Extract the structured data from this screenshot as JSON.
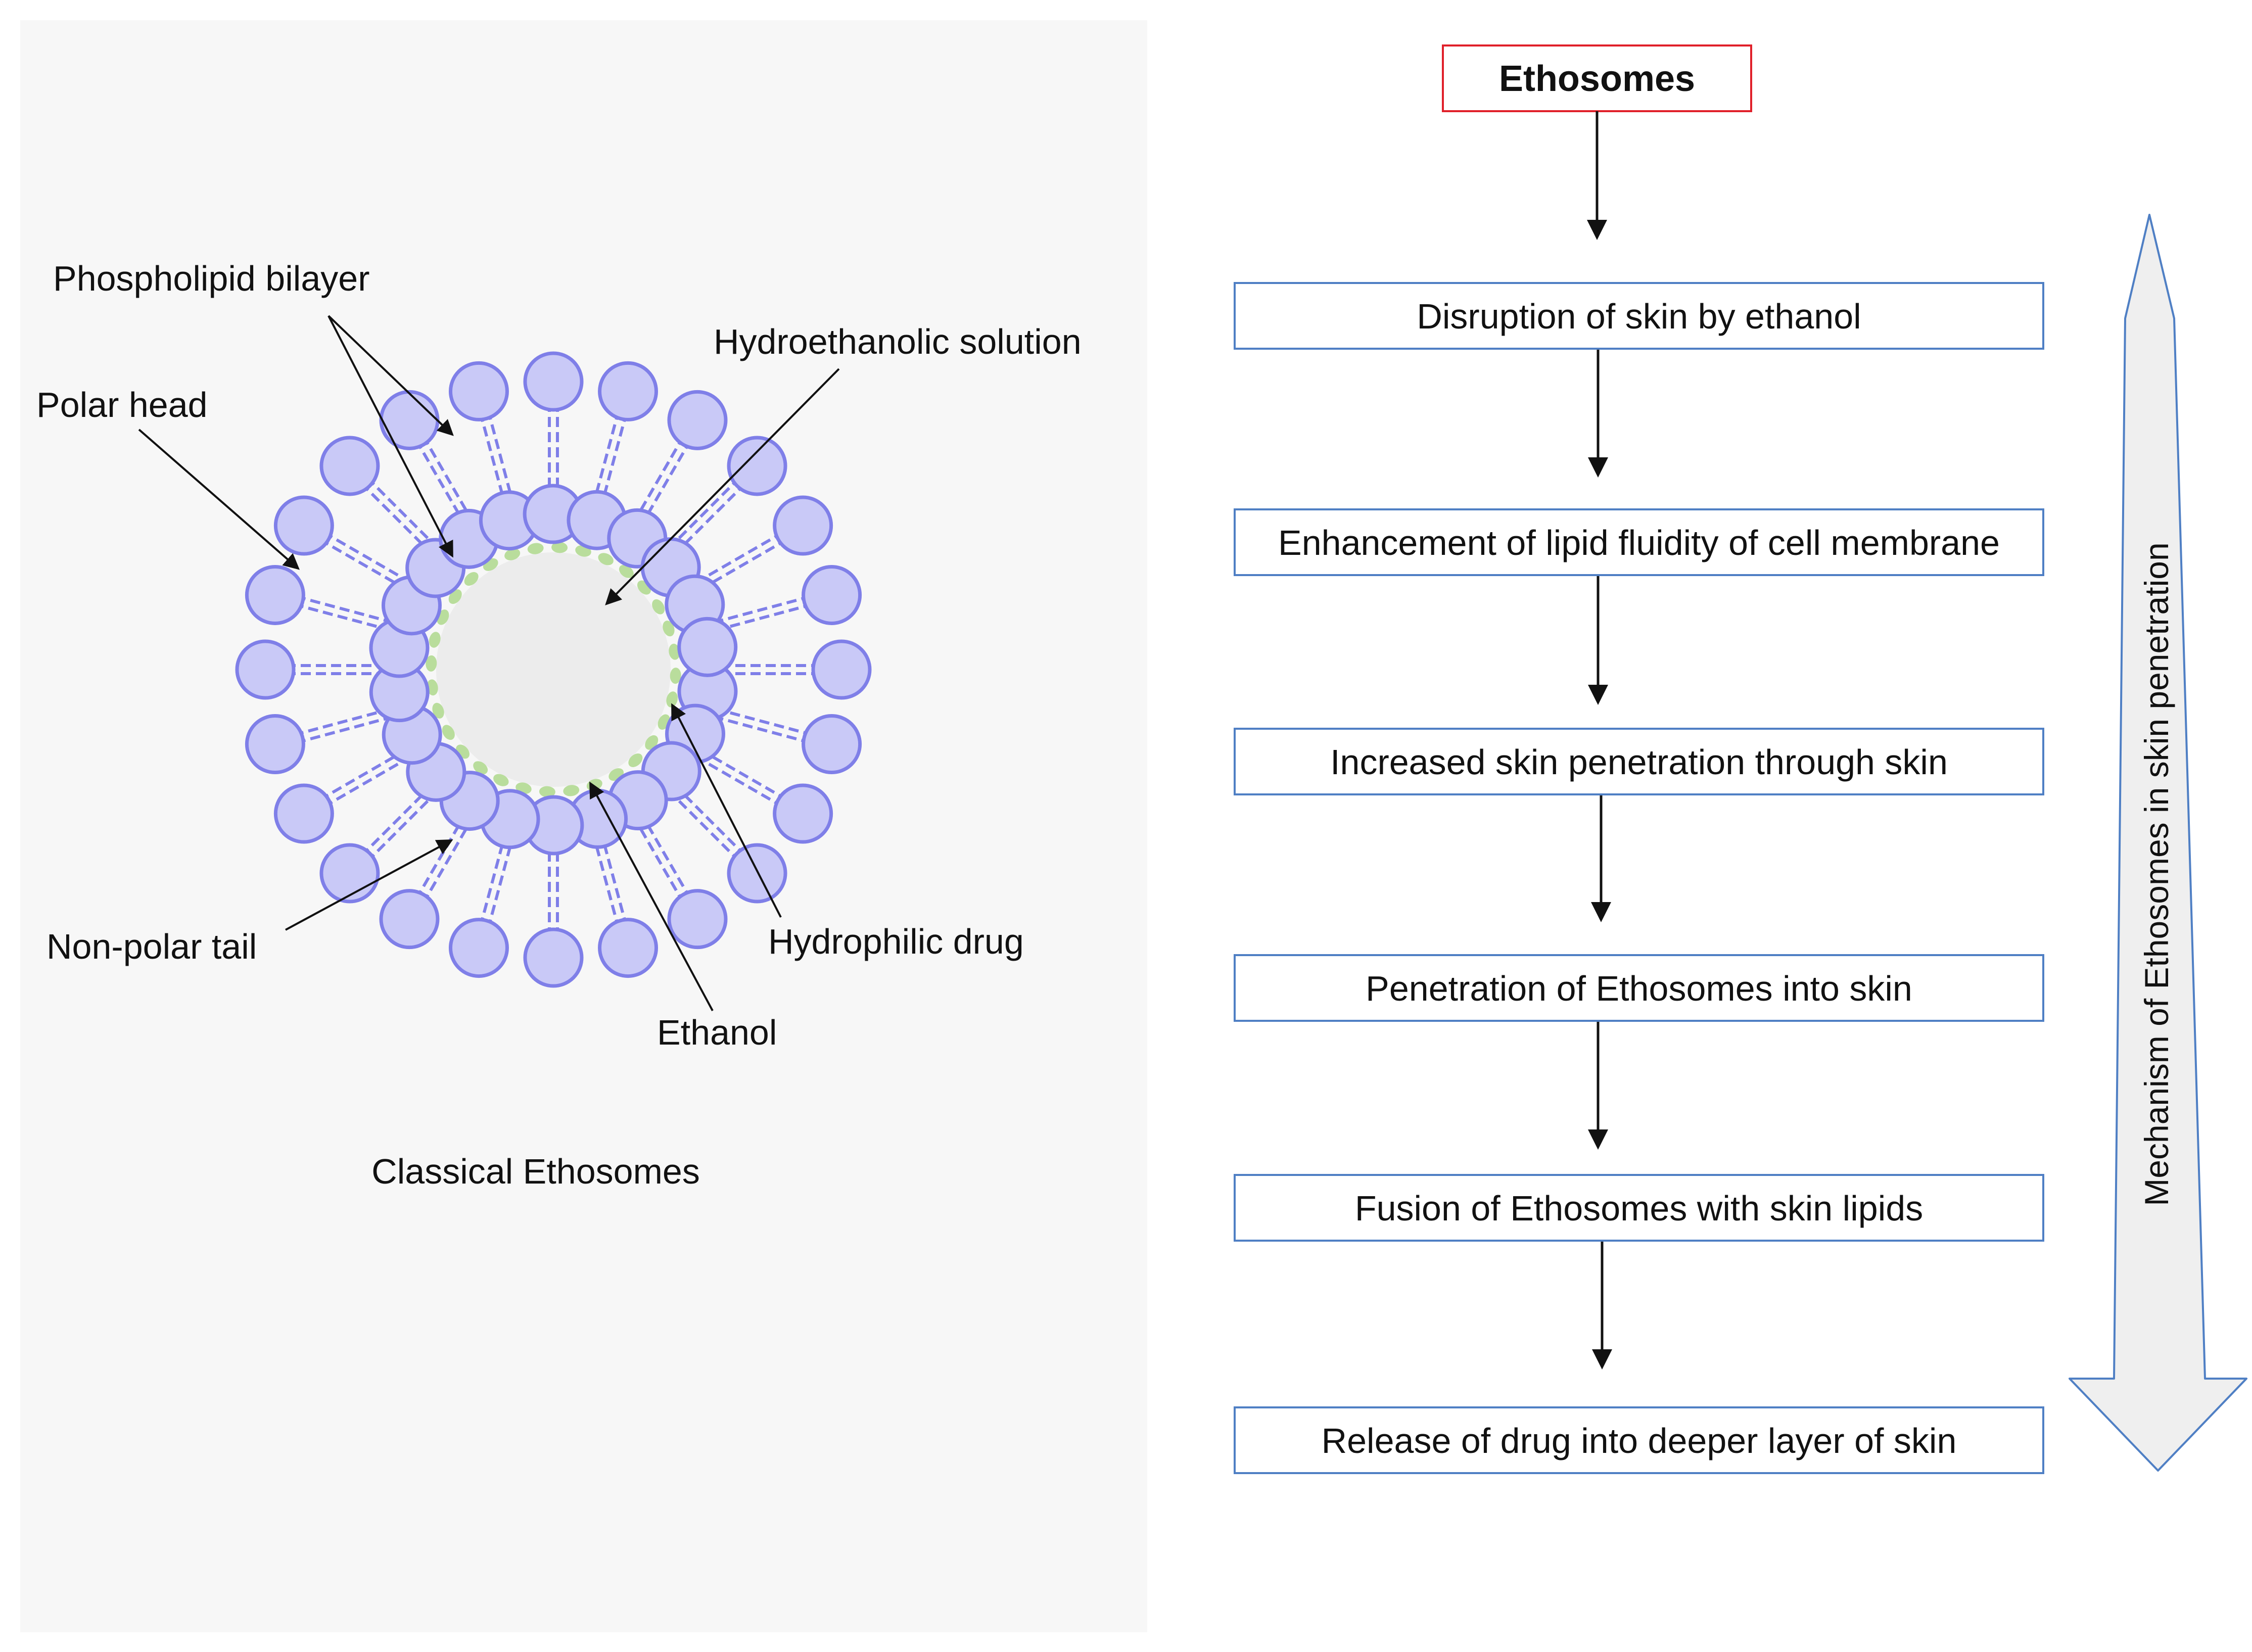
{
  "left_panel": {
    "caption": "Classical Ethosomes",
    "labels": {
      "phospholipid_bilayer": "Phospholipid bilayer",
      "polar_head": "Polar head",
      "hydroethanolic_solution": "Hydroethanolic solution",
      "non_polar_tail": "Non-polar tail",
      "hydrophilic_drug": "Hydrophilic drug",
      "ethanol": "Ethanol"
    }
  },
  "flowchart": {
    "title": "Ethosomes",
    "steps": [
      "Disruption of skin by ethanol",
      "Enhancement of lipid fluidity of cell membrane",
      "Increased skin penetration through skin",
      "Penetration of Ethosomes into skin",
      "Fusion of Ethosomes with skin lipids",
      "Release of drug into deeper layer of skin"
    ],
    "side_arrow_label": "Mechanism of Ethosomes in skin penetration"
  },
  "colors": {
    "panel_background": "#f7f7f7",
    "head_fill": "#c9c9f7",
    "head_stroke": "#7f7fe8",
    "ethanol_dot": "#b9dd9c",
    "core_fill": "#ececec",
    "box_stroke": "#4f7fc4",
    "title_box_stroke": "#e0202a",
    "side_arrow_fill": "#efefef",
    "side_arrow_stroke": "#4f7fc4"
  }
}
